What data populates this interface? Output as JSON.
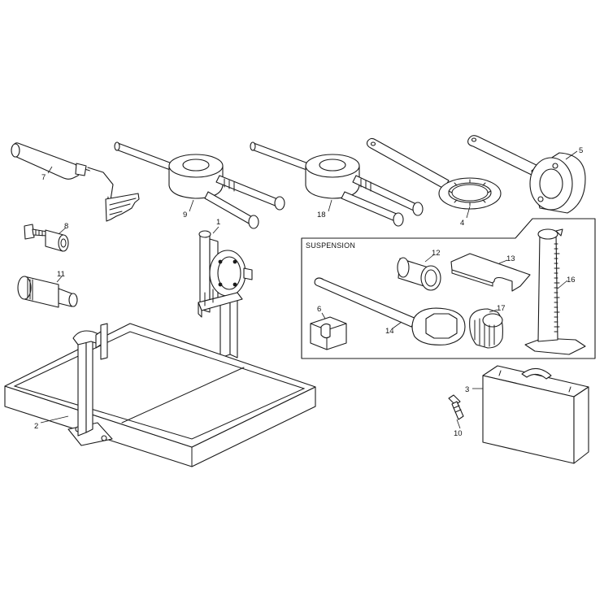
{
  "callouts": {
    "c1": "1",
    "c2": "2",
    "c3": "3",
    "c4": "4",
    "c5": "5",
    "c6": "6",
    "c7": "7",
    "c8": "8",
    "c9": "9",
    "c10": "10",
    "c11": "11",
    "c12": "12",
    "c13": "13",
    "c14": "14",
    "c16": "16",
    "c17": "17",
    "c18": "18"
  },
  "suspension_box": {
    "title": "SUSPENSION"
  }
}
